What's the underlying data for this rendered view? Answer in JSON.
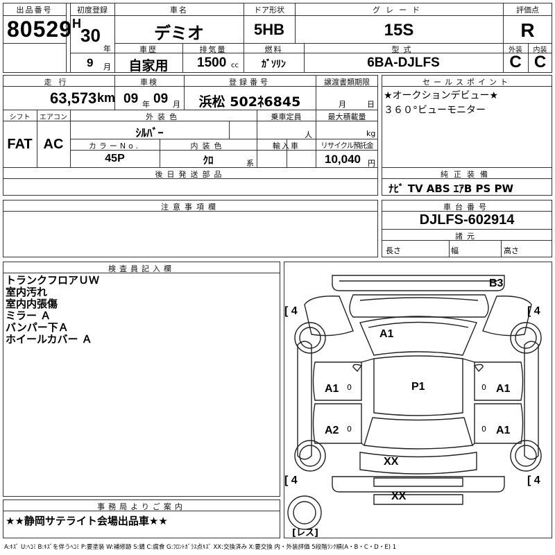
{
  "header": {
    "lot_label": "出品番号",
    "lot_no": "80529",
    "first_reg_label": "初度登録",
    "era": "H",
    "year": "30",
    "year_unit": "年",
    "month": "9",
    "month_unit": "月",
    "car_name_label": "車名",
    "car_name": "デミオ",
    "door_label": "ドア形状",
    "door": "5HB",
    "grade_label": "グレード",
    "grade": "15S",
    "score_label": "評価点",
    "score": "R",
    "history_label": "車歴",
    "history": "自家用",
    "cc_label": "排気量",
    "cc": "1500",
    "cc_unit": "cc",
    "fuel_label": "燃料",
    "fuel": "ｶﾞｿﾘﾝ",
    "model_label": "型式",
    "model": "6BA-DJLFS",
    "ext_label": "外装",
    "ext": "C",
    "int_label": "内装",
    "int": "C"
  },
  "row2": {
    "mileage_label": "走行",
    "mileage": "63,573",
    "mileage_unit": "km",
    "inspection_label": "車検",
    "insp_year": "09",
    "insp_year_unit": "年",
    "insp_month": "09",
    "insp_month_unit": "月",
    "reg_label": "登録番号",
    "reg_no": "浜松 502ﾈ6845",
    "transfer_label": "譲渡書類期限",
    "transfer_month_unit": "月",
    "transfer_day_unit": "日",
    "shift_label": "シフト",
    "shift": "FAT",
    "ac_label": "エアコン",
    "ac": "AC",
    "color_label": "外装色",
    "color": "ｼﾙﾊﾞｰ",
    "capacity_label": "乗車定員",
    "capacity_unit": "人",
    "load_label": "最大積載量",
    "load_unit": "kg",
    "color_no_label": "カラーNo.",
    "color_no": "45P",
    "int_color_label": "内装色",
    "int_color": "ｸﾛ",
    "int_color_unit": "系",
    "import_label": "輸入車",
    "recycle_label": "リサイクル預託金",
    "recycle": "10,040",
    "recycle_unit": "円",
    "later_label": "後日発送部品"
  },
  "sales": {
    "label": "セールスポイント",
    "lines": [
      "★オークションデビュー★",
      "３６０°ビューモニター"
    ]
  },
  "equipment": {
    "label": "純正装備",
    "value": "ﾅﾋﾞ TV ABS ｴｱB PS PW"
  },
  "notes": {
    "label": "注意事項欄"
  },
  "chassis": {
    "label": "車台番号",
    "value": "DJLFS-602914",
    "spec_label": "諸元",
    "length_label": "長さ",
    "width_label": "幅",
    "height_label": "高さ"
  },
  "inspector": {
    "label": "検査員記入欄",
    "items": [
      "トランクフロアＵＷ",
      "室内汚れ",
      "室内内張傷",
      "ミラー Ａ",
      "バンパー下Ａ",
      "ホイールカバー Ａ"
    ]
  },
  "office": {
    "label": "事務局よりご案内",
    "value": "★★静岡サテライト会場出品車★★"
  },
  "diagram": {
    "marks": [
      "B3",
      "A1",
      "P1",
      "A1",
      "A1",
      "A2",
      "A1",
      "XX",
      "XX"
    ],
    "tires": [
      "4",
      "4",
      "4",
      "4"
    ],
    "spare": "レス",
    "zero": "0"
  },
  "legend": "A:ｷｽﾞ U:ﾍｺﾐ B:ｷｽﾞを伴うﾍｺﾐ P:要塗装 W:補修跡 S:錆 C:腐食 G:ﾌﾛﾝﾄｶﾞﾗｽ点ｷｽﾞ XX:交換済み X:要交換 内・外装評価 5段階ﾗﾝｸ順(A・B・C・D・E) 1"
}
